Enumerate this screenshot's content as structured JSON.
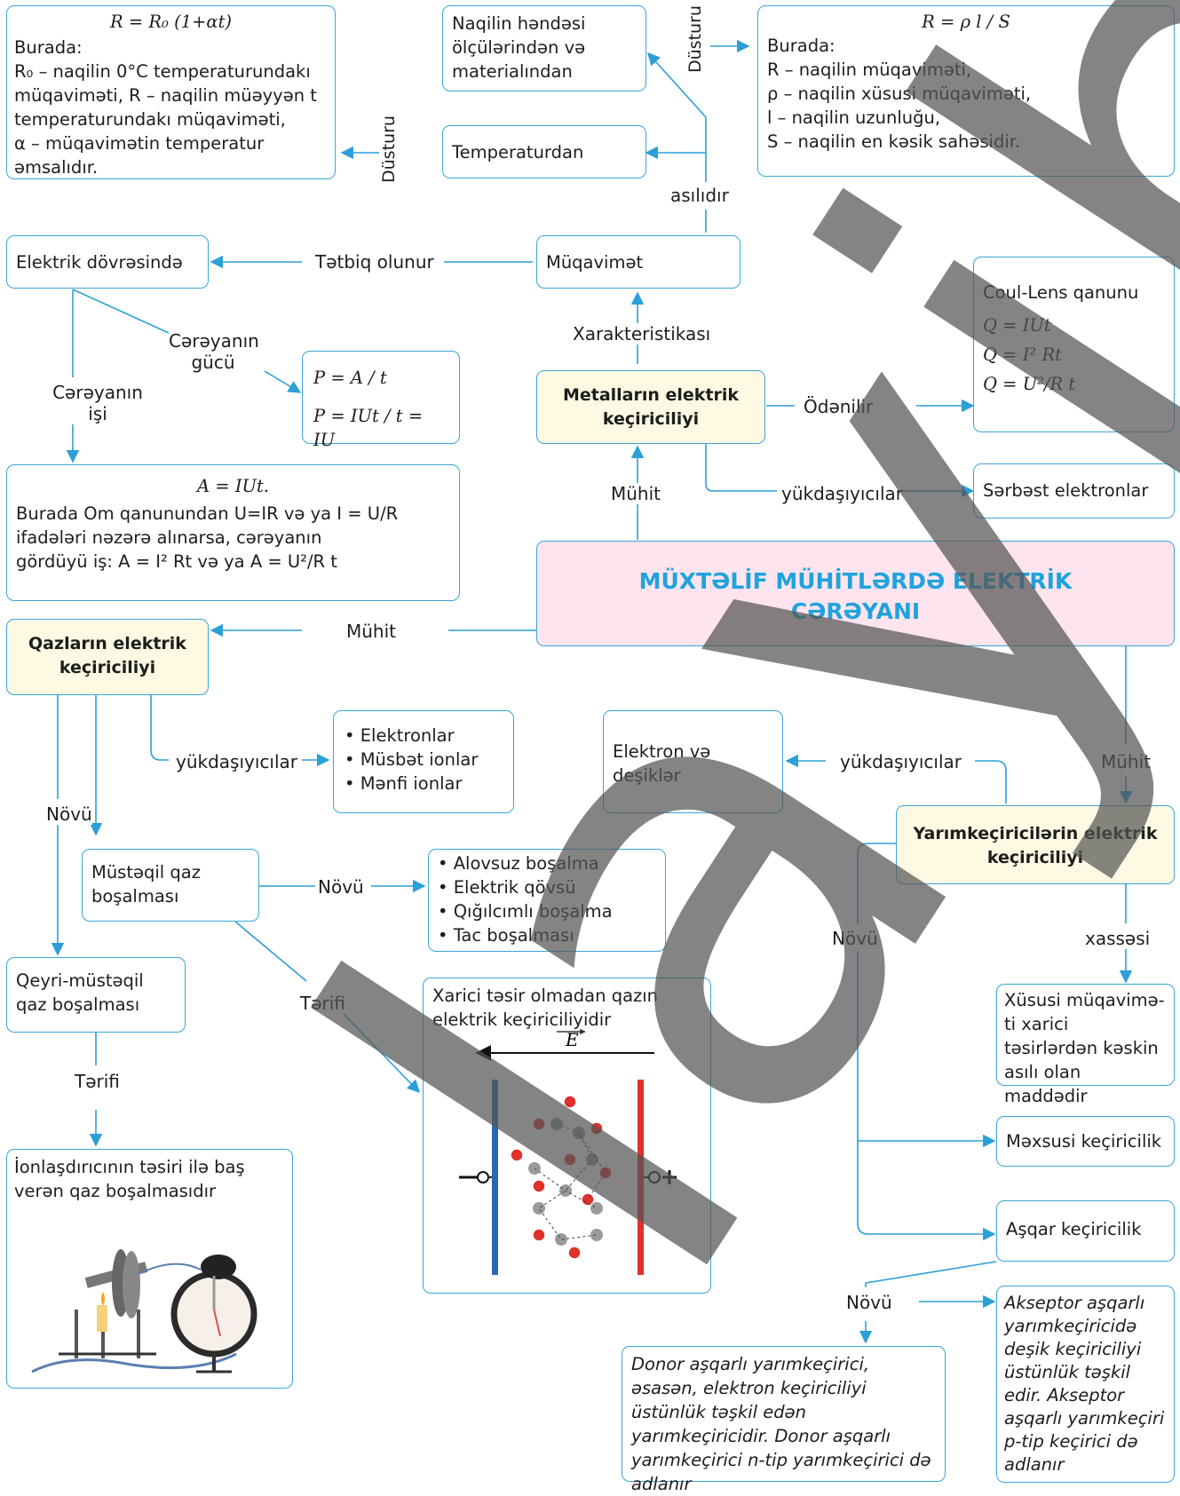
{
  "center_title": "MÜXTƏLİF MÜHİTLƏRDƏ ELEKTRİK CƏRƏYANI",
  "metals": {
    "title": "Metalların elektrik keçiriciliyi",
    "characteristic_label": "Xarakteristikası",
    "resistance": "Müqavimət",
    "depends_label": "asılıdır",
    "geometry": "Naqilin həndəsi ölçülərindən və materialından",
    "temperature": "Temperaturdan",
    "formula_label_1": "Düsturu",
    "formula_label_2": "Düsturu",
    "formula_temp": "R = R₀ (1+αt)",
    "formula_temp_text": [
      "Burada:",
      "R₀ – naqilin 0°C  temperaturundakı müqaviməti, R – naqilin müəyyən t temperaturundakı müqaviməti,",
      "α – müqavimətin temperatur əmsalıdır."
    ],
    "formula_geom": "R = ρ l / S",
    "formula_geom_text": [
      "Burada:",
      "R – naqilin müqaviməti,",
      "ρ – naqilin xüsusi müqaviməti,",
      "l – naqilin uzunluğu,",
      "S – naqilin en kəsik sahəsidir."
    ],
    "applied_label": "Tətbiq olunur",
    "circuit": "Elektrik dövrəsində",
    "power_label": "Cərəyanın gücü",
    "work_label": "Cərəyanın işi",
    "power_formulas": [
      "P = A / t",
      "P = IUt / t = IU"
    ],
    "work_text": [
      "A = IUt.",
      "Burada Om qanunundan U=IR və ya  I = U/R",
      "ifadələri nəzərə alınarsa, cərəyanın",
      "gördüyü iş: A = I² Rt və ya A = U²/R t"
    ],
    "paid_label": "Ödənilir",
    "joule": "Coul-Lens qanunu",
    "joule_formulas": [
      "Q = IUt",
      "Q = I² Rt",
      "Q = U²/R t"
    ],
    "carriers_label": "yükdaşıyıcılar",
    "free_electrons": "Sərbəst elektronlar",
    "medium_label": "Mühit"
  },
  "gases": {
    "medium_label": "Mühit",
    "title": "Qazların elektrik keçiriciliyi",
    "carriers_label": "yükdaşıyıcılar",
    "carriers": [
      "Elektronlar",
      "Müsbət ionlar",
      "Mənfi ionlar"
    ],
    "type_label": "Növü",
    "independent": "Müstəqil qaz boşalması",
    "type_label_2": "Növü",
    "discharges": [
      "Alovsuz boşalma",
      "Elektrik qövsü",
      "Qığılcımlı boşalma",
      "Tac boşalması"
    ],
    "definition_label": "Tərifi",
    "independent_def": "Xarici təsir olmadan qazın elektrik keçiriciliyidir",
    "field_label": "E",
    "non_independent": "Qeyri-müstəqil qaz boşalması",
    "definition_label_2": "Tərifi",
    "non_independent_def": "İonlaşdırıcının təsiri ilə baş verən qaz boşalmasıdır"
  },
  "semiconductors": {
    "medium_label": "Mühit",
    "title": "Yarımkeçiricilərin elektrik keçiriciliyi",
    "carriers_label": "yükdaşıyıcılar",
    "carriers": "Elektron və deşiklər",
    "property_label": "xassəsi",
    "property": "Xüsusi müqavimə-ti xarici təsirlərdən kəskin asılı olan maddədir",
    "type_label": "Növü",
    "intrinsic": "Məxsusi keçiricilik",
    "impurity": "Aşqar keçiricilik",
    "type_label_2": "Növü",
    "donor": "Donor aşqarlı yarımkeçirici, əsasən, elektron  keçiriciliyi üstünlük təşkil edən yarımkeçiricidir. Donor aşqarlı yarımkeçirici  n-tip yarımkeçirici də adlanır",
    "acceptor": "Akseptor aşqarlı yarımkeçiricidə deşik  keçiriciliyi üstünlük təşkil edir. Akseptor aşqarlı yarımkeçiri p-tip keçirici də adlanır"
  },
  "watermark": "layihə",
  "colors": {
    "border": "#3aa6d6",
    "arrow": "#2b9fd8",
    "title": "#1fa3dc",
    "yellow": "#fdf9e3",
    "pink": "#fde4ee",
    "watermark": "#555555"
  }
}
